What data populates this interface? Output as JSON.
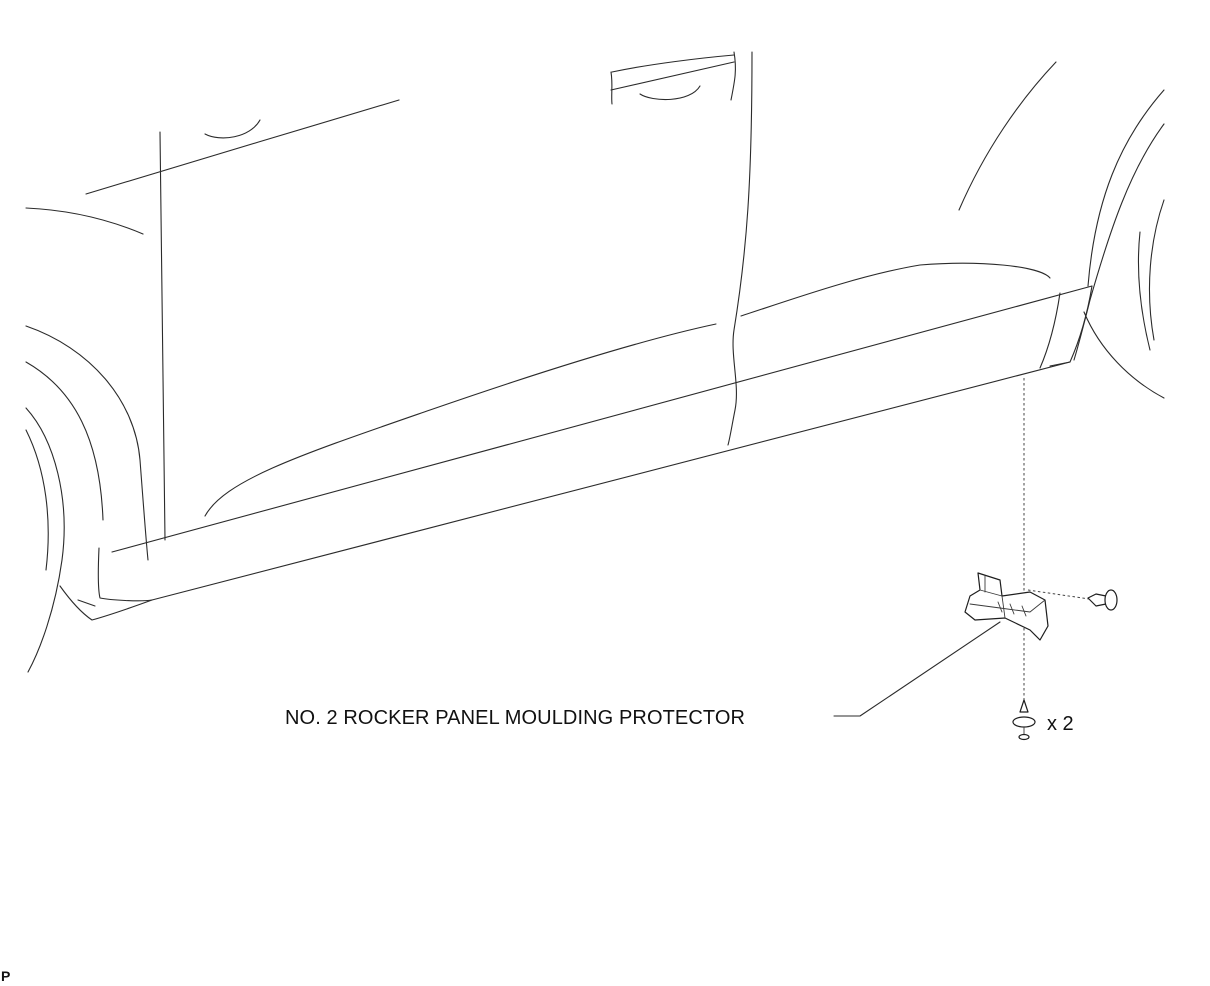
{
  "diagram": {
    "part_label": "NO. 2 ROCKER PANEL MOULDING PROTECTOR",
    "clip_quantity": "x 2",
    "corner_code": "P"
  }
}
